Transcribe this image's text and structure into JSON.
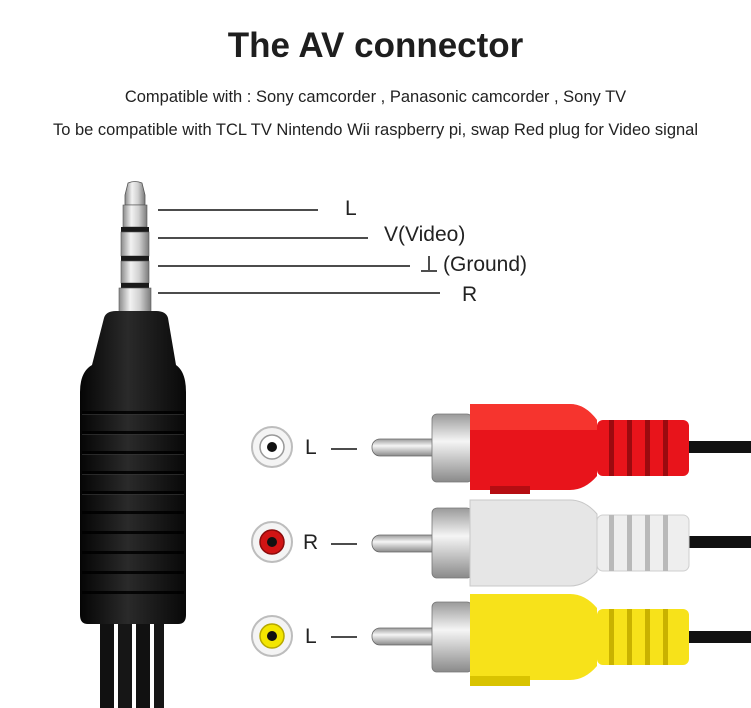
{
  "title": "The AV connector",
  "compat_line": "Compatible with : Sony camcorder , Panasonic camcorder , Sony TV",
  "note_line": "To be compatible with TCL TV Nintendo Wii raspberry pi, swap Red plug for Video signal",
  "pinout": [
    {
      "label": "L"
    },
    {
      "label": "V(Video)"
    },
    {
      "label": "(Ground)",
      "symbol": "ground-icon"
    },
    {
      "label": "R"
    }
  ],
  "rca_plugs": [
    {
      "jack_label": "L",
      "plug_color": "#e8141b",
      "jack_color": "#ffffff"
    },
    {
      "jack_label": "R",
      "plug_color": "#ececec",
      "jack_color": "#d11414"
    },
    {
      "jack_label": "L",
      "plug_color": "#f7e21a",
      "jack_color": "#f3e600"
    }
  ],
  "colors": {
    "cable": "#111111",
    "trrs_metal": "#c9c9c9",
    "trrs_body": "#151515"
  }
}
